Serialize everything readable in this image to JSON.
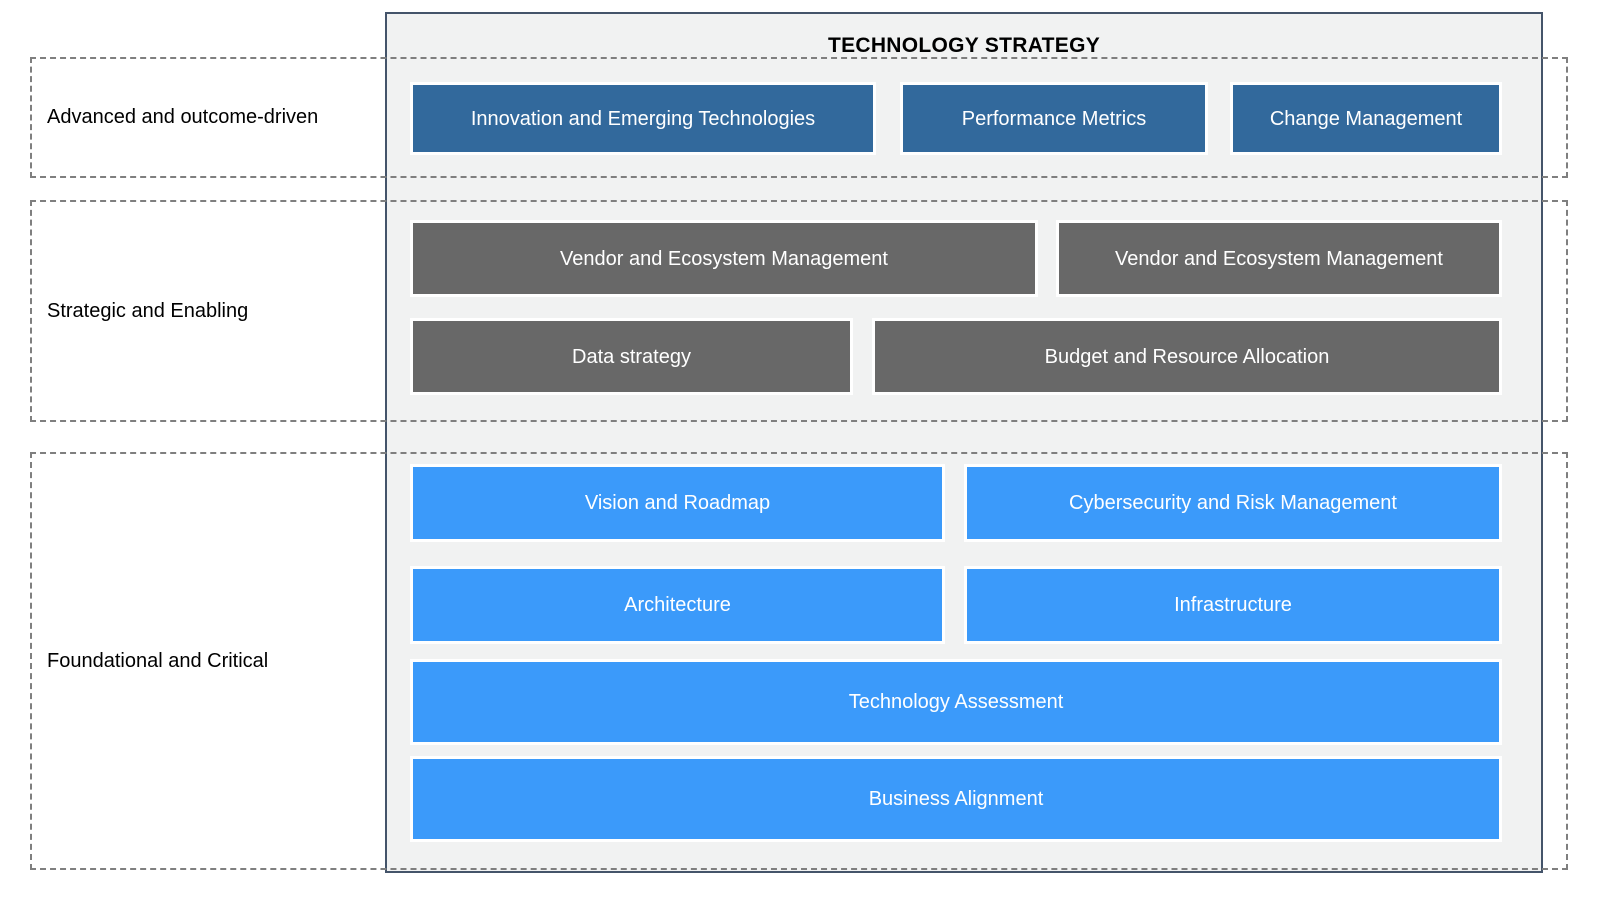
{
  "title": "TECHNOLOGY STRATEGY",
  "colors": {
    "tier_advanced_fill": "#32699C",
    "tier_strategic_fill": "#686868",
    "tier_foundational_fill": "#3B9AFA",
    "panel_bg": "#F1F2F2",
    "panel_border": "#44546A",
    "dashed_border": "#7F7F7F",
    "box_text": "#FFFFFF",
    "label_text": "#000000"
  },
  "tiers": [
    {
      "label": "Advanced and outcome-driven",
      "boxes": [
        {
          "label": "Innovation and Emerging Technologies"
        },
        {
          "label": "Performance Metrics"
        },
        {
          "label": "Change Management"
        }
      ]
    },
    {
      "label": "Strategic and Enabling",
      "boxes": [
        {
          "label": "Vendor and Ecosystem Management"
        },
        {
          "label": "Vendor and Ecosystem Management"
        },
        {
          "label": "Data strategy"
        },
        {
          "label": "Budget and Resource Allocation"
        }
      ]
    },
    {
      "label": "Foundational and Critical",
      "boxes": [
        {
          "label": "Vision and Roadmap"
        },
        {
          "label": "Cybersecurity and Risk Management"
        },
        {
          "label": "Architecture"
        },
        {
          "label": "Infrastructure"
        },
        {
          "label": "Technology Assessment"
        },
        {
          "label": "Business Alignment"
        }
      ]
    }
  ]
}
